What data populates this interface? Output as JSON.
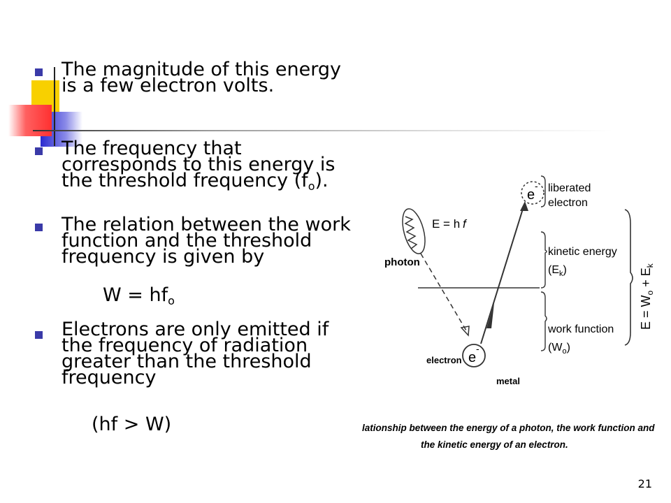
{
  "bullets": [
    {
      "text": "The magnitude of this energy is a few electron volts."
    },
    {
      "text": "The frequency that corresponds to this energy is the threshold frequency (f",
      "sub": "o",
      "tail": ")."
    },
    {
      "text": "The relation between the work function and the threshold frequency is given by"
    },
    {
      "text": "Electrons are only emitted if the frequency of radiation greater than the threshold frequency"
    }
  ],
  "formula_w": {
    "main": "W = hf",
    "sub": "o"
  },
  "condition": "(hf > W)",
  "page_number": "21",
  "diagram": {
    "electron_symbol": "e",
    "electron_charge": "-",
    "labels": {
      "energy": "E = h",
      "energy_f": "f",
      "photon": "photon",
      "electron": "electron",
      "metal": "metal",
      "liberated_1": "liberated",
      "liberated_2": "electron",
      "kinetic_1": "kinetic energy",
      "kinetic_2a": "(E",
      "kinetic_2b": "k",
      "kinetic_2c": ")",
      "work_1": "work function",
      "work_2a": "(W",
      "work_2b": "o",
      "work_2c": ")",
      "total": "E = W",
      "total_sub1": "o",
      "total_mid": " + E",
      "total_sub2": "k"
    },
    "caption_1": "lationship between the energy of a photon, the work function and",
    "caption_2": "the kinetic energy of an electron."
  }
}
